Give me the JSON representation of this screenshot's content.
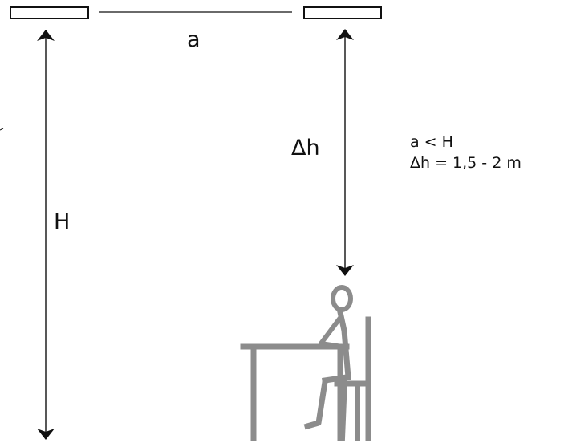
{
  "labels": {
    "spacing": "a",
    "height": "H",
    "delta_h": "Δh"
  },
  "notes": {
    "line1": "a < H",
    "line2": "Δh = 1,5 - 2 m"
  },
  "colors": {
    "lines": "#111111",
    "person": "#8c8c8c"
  }
}
